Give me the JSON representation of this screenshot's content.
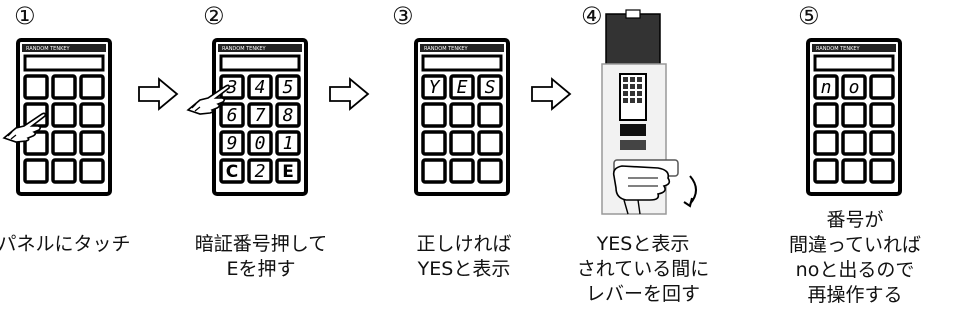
{
  "steps": [
    {
      "number": "①",
      "brand": "RANDOM TENKEY",
      "caption": [
        "パネルにタッチ"
      ]
    },
    {
      "number": "②",
      "brand": "RANDOM TENKEY",
      "keys": [
        "3",
        "4",
        "5",
        "6",
        "7",
        "8",
        "9",
        "0",
        "1",
        "C",
        "2",
        "E"
      ],
      "caption": [
        "暗証番号押して",
        "Eを押す"
      ]
    },
    {
      "number": "③",
      "brand": "RANDOM TENKEY",
      "keys": [
        "Y",
        "E",
        "S"
      ],
      "caption": [
        "正しければ",
        "YESと表示"
      ]
    },
    {
      "number": "④",
      "caption": [
        "YESと表示",
        "されている間に",
        "レバーを回す"
      ]
    },
    {
      "number": "⑤",
      "brand": "RANDOM TENKEY",
      "keys": [
        "n",
        "o"
      ],
      "caption": [
        "番号が",
        "間違っていれば",
        "noと出るので",
        "再操作する"
      ]
    }
  ],
  "icons": {
    "arrow": "right-arrow-icon",
    "hand": "pointing-hand-icon",
    "lever_hand": "hand-turning-lever-icon",
    "rotate": "rotate-arrow-icon"
  }
}
